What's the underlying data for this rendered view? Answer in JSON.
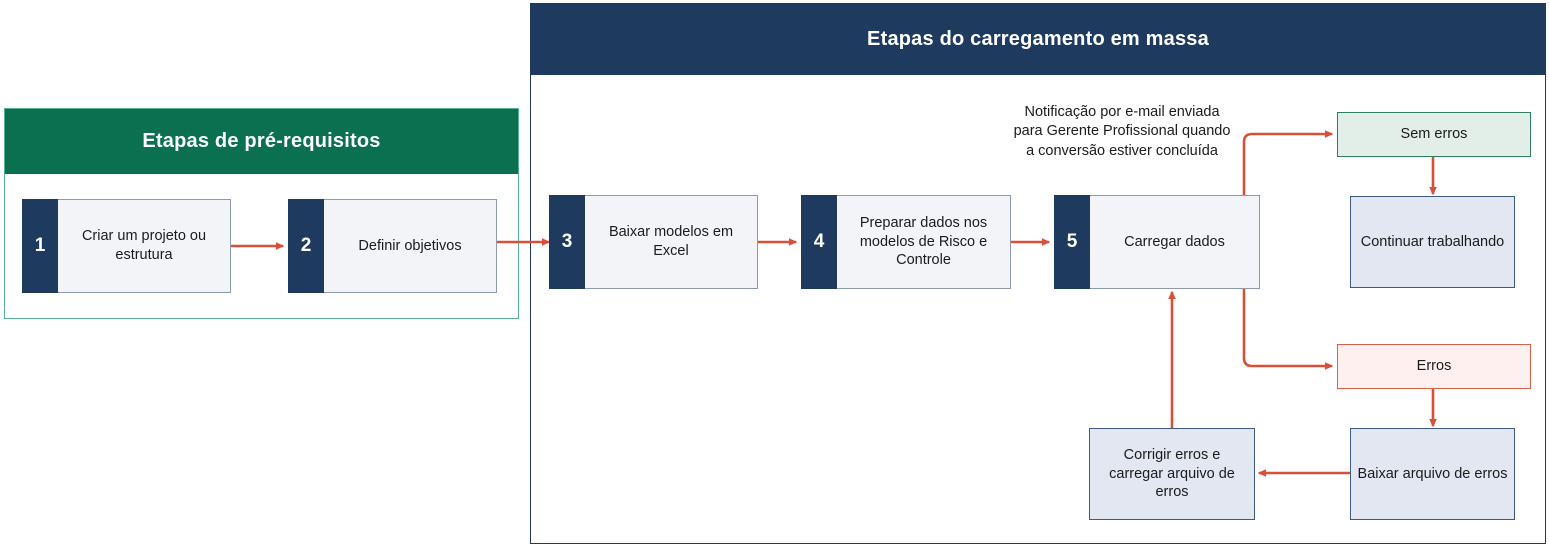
{
  "diagram": {
    "title_left": "Etapas de pré-requisitos",
    "title_right": "Etapas do carregamento em massa"
  },
  "colors": {
    "green_header": "#0a7050",
    "navy_header": "#1e3a5f",
    "connector": "#d9503a",
    "step_body": "#f2f4f8",
    "box_blue": "#e2e7f1",
    "box_green": "#e2efe8",
    "box_red": "#fdf0ee"
  },
  "prerequisite_steps": [
    {
      "number": "1",
      "label": "Criar um projeto ou estrutura"
    },
    {
      "number": "2",
      "label": "Definir objetivos"
    }
  ],
  "bulk_upload_steps": [
    {
      "number": "3",
      "label": "Baixar modelos em Excel"
    },
    {
      "number": "4",
      "label": "Preparar dados nos modelos de Risco e Controle"
    },
    {
      "number": "5",
      "label": "Carregar dados"
    }
  ],
  "note": {
    "text": "Notificação por e-mail enviada para Gerente Profissional quando a conversão estiver concluída"
  },
  "outcomes": {
    "no_errors": "Sem erros",
    "continue_working": "Continuar trabalhando",
    "errors": "Erros",
    "download_error_file": "Baixar arquivo de erros",
    "fix_and_reupload": "Corrigir erros e carregar arquivo de erros"
  }
}
